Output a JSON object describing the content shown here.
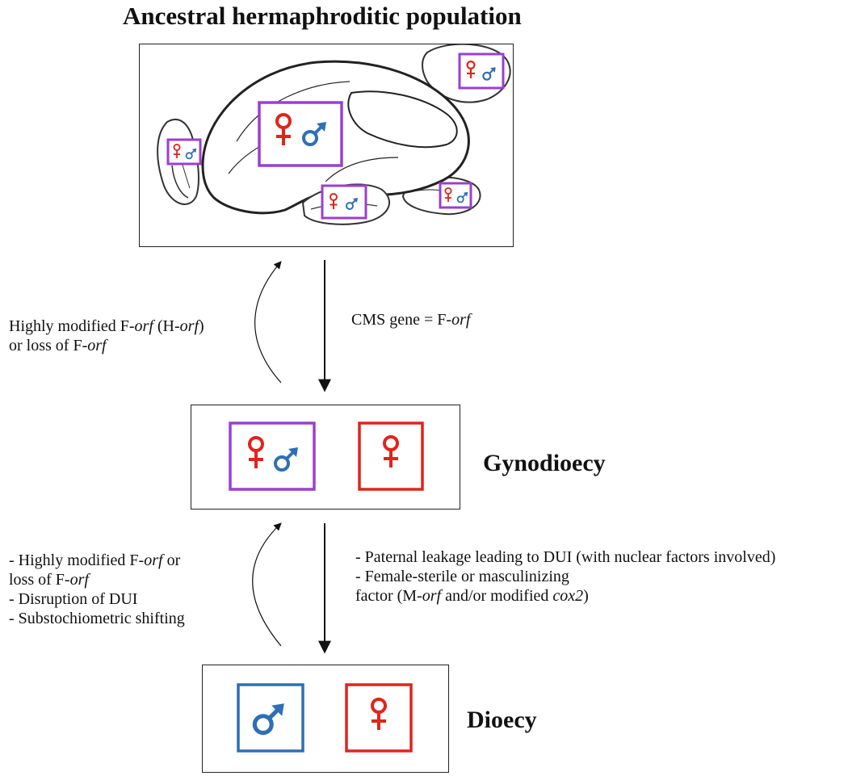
{
  "title": "Ancestral hermaphroditic population",
  "stages": {
    "gynodioecy": "Gynodioecy",
    "dioecy": "Dioecy"
  },
  "transitions": {
    "forward_1": [
      {
        "text": "CMS gene = F-"
      },
      {
        "text": "orf",
        "italic": true
      }
    ],
    "reverse_1": [
      [
        {
          "text": "Highly modified F-"
        },
        {
          "text": "orf",
          "italic": true
        },
        {
          "text": " (H-"
        },
        {
          "text": "orf",
          "italic": true
        },
        {
          "text": ")"
        }
      ],
      [
        {
          "text": "or loss of F-"
        },
        {
          "text": "orf",
          "italic": true
        }
      ]
    ],
    "forward_2": [
      [
        {
          "text": "- Paternal leakage leading to DUI (with nuclear factors involved)"
        }
      ],
      [
        {
          "text": "- Female-sterile or masculinizing"
        }
      ],
      [
        {
          "text": "factor (M-"
        },
        {
          "text": "orf",
          "italic": true
        },
        {
          "text": " and/or modified "
        },
        {
          "text": "cox2",
          "italic": true
        },
        {
          "text": ")"
        }
      ]
    ],
    "reverse_2": [
      [
        {
          "text": "- Highly modified F-"
        },
        {
          "text": "orf",
          "italic": true
        },
        {
          "text": " or"
        }
      ],
      [
        {
          "text": "loss of F-"
        },
        {
          "text": "orf",
          "italic": true
        }
      ],
      [
        {
          "text": "- Disruption of DUI"
        }
      ],
      [
        {
          "text": "- Substochiometric shifting"
        }
      ]
    ]
  },
  "colors": {
    "female": "#e0241b",
    "male": "#2e6fb5",
    "hermaphrodite_frame": "#9b3fd0",
    "line": "#111111"
  },
  "icons": {
    "female": "venus-symbol",
    "male": "mars-symbol"
  }
}
